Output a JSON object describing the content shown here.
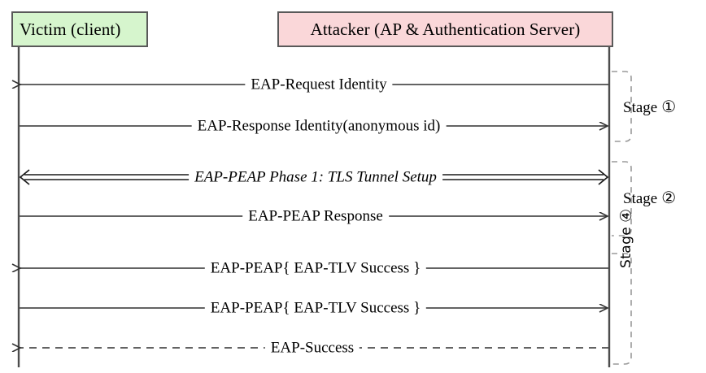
{
  "diagram": {
    "title": "EAP-PEAP evil-twin authentication sequence",
    "actors": [
      {
        "id": "victim",
        "label": "Victim (client)",
        "fill": "#d6f5cd",
        "stroke": "#595959"
      },
      {
        "id": "attacker",
        "label": "Attacker (AP & Authentication Server)",
        "fill": "#fad7d9",
        "stroke": "#595959"
      }
    ],
    "messages": [
      {
        "id": "m1",
        "label": "EAP-Request Identity",
        "direction": "right-to-left",
        "style": "solid",
        "double": false,
        "italic": false
      },
      {
        "id": "m2",
        "label": "EAP-Response Identity(anonymous id)",
        "direction": "left-to-right",
        "style": "solid",
        "double": false,
        "italic": false
      },
      {
        "id": "m3",
        "label": "EAP-PEAP Phase 1: TLS Tunnel Setup",
        "direction": "both",
        "style": "solid",
        "double": true,
        "italic": true
      },
      {
        "id": "m4",
        "label": "EAP-PEAP Response",
        "direction": "left-to-right",
        "style": "solid",
        "double": false,
        "italic": false
      },
      {
        "id": "m5",
        "label": "EAP-PEAP{ EAP-TLV Success }",
        "direction": "right-to-left",
        "style": "solid",
        "double": false,
        "italic": false
      },
      {
        "id": "m6",
        "label": "EAP-PEAP{ EAP-TLV Success }",
        "direction": "left-to-right",
        "style": "solid",
        "double": false,
        "italic": false
      },
      {
        "id": "m7",
        "label": "EAP-Success",
        "direction": "right-to-left",
        "style": "dashed",
        "double": false,
        "italic": false
      }
    ],
    "stages": [
      {
        "id": "stage1",
        "text": "Stage",
        "number": "①",
        "orientation": "horizontal"
      },
      {
        "id": "stage2",
        "text": "Stage",
        "number": "②",
        "orientation": "horizontal"
      },
      {
        "id": "stage4",
        "text": "Stage",
        "number": "④",
        "orientation": "vertical"
      }
    ],
    "colors": {
      "line": "#4d4d4d",
      "bracket": "#9a9a9a",
      "text": "#000000",
      "background": "#ffffff"
    }
  }
}
